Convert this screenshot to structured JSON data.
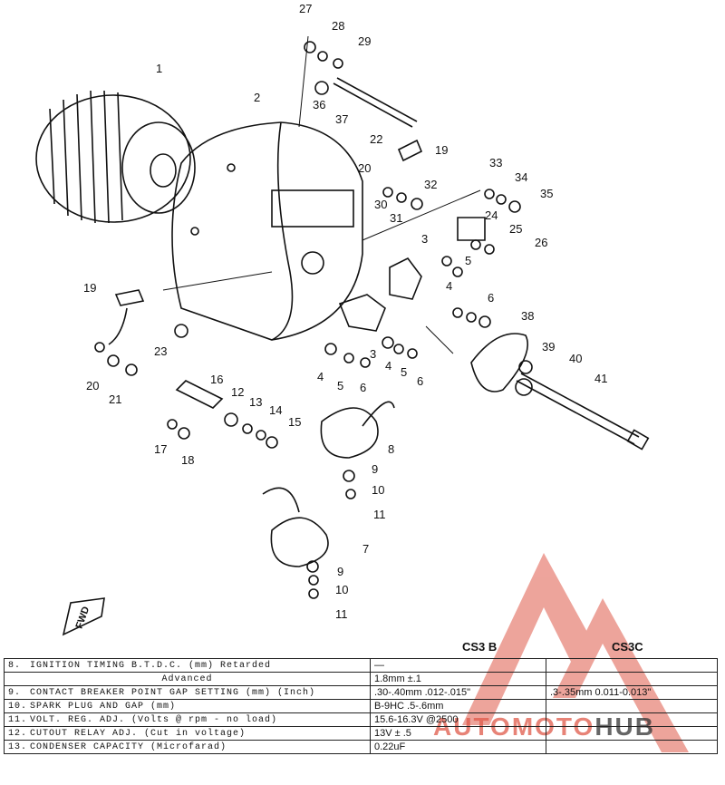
{
  "diagram": {
    "callouts": [
      "1",
      "2",
      "3",
      "3",
      "4",
      "4",
      "4",
      "5",
      "5",
      "5",
      "6",
      "6",
      "6",
      "7",
      "8",
      "9",
      "9",
      "10",
      "10",
      "11",
      "11",
      "12",
      "13",
      "14",
      "15",
      "16",
      "17",
      "18",
      "19",
      "19",
      "20",
      "20",
      "21",
      "22",
      "23",
      "24",
      "25",
      "26",
      "27",
      "28",
      "29",
      "30",
      "31",
      "32",
      "33",
      "34",
      "35",
      "36",
      "37",
      "38",
      "39",
      "40",
      "41"
    ],
    "fwd_label": "FWD"
  },
  "table": {
    "col_cs3b": "CS3 B",
    "col_cs3c": "CS3C",
    "rows": [
      {
        "num": "8.",
        "label": "IGNITION TIMING B.T.D.C. (mm) Retarded",
        "cs3b": "—",
        "cs3c": ""
      },
      {
        "num": "",
        "label": "Advanced",
        "cs3b": "1.8mm ±.1",
        "cs3c": ""
      },
      {
        "num": "9.",
        "label": "CONTACT BREAKER POINT GAP SETTING (mm) (Inch)",
        ".cs3b": "",
        "cs3b": ".30-.40mm .012-.015\"",
        "cs3c": ".3-.35mm  0.011-0.013\""
      },
      {
        "num": "10.",
        "label": "SPARK PLUG AND GAP (mm)",
        "cs3b": "B-9HC  .5-.6mm",
        "cs3c": ""
      },
      {
        "num": "11.",
        "label": "VOLT. REG. ADJ.  (Volts @ rpm - no load)",
        "cs3b": "15.6-16.3V @2500",
        "cs3c": ""
      },
      {
        "num": "12.",
        "label": "CUTOUT RELAY ADJ. (Cut in voltage)",
        "cs3b": "13V ± .5",
        "cs3c": ""
      },
      {
        "num": "13.",
        "label": "CONDENSER CAPACITY (Microfarad)",
        "cs3b": "0.22uF",
        "cs3c": ""
      }
    ]
  },
  "watermark": {
    "text_main": "AUTOMOTO",
    "text_hub": "HUB",
    "color_main": "#e05a4a",
    "color_hub": "#333333"
  }
}
